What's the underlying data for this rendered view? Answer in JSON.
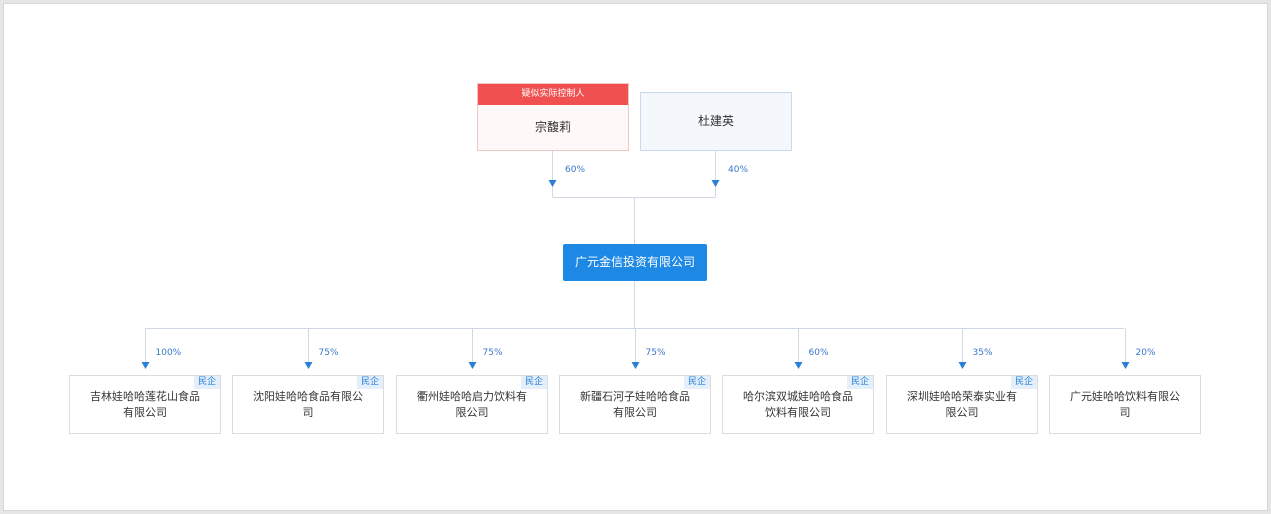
{
  "holders": [
    {
      "name": "宗馥莉",
      "tag": "疑似实际控制人",
      "pct": "60%"
    },
    {
      "name": "杜建英",
      "pct": "40%"
    }
  ],
  "company": {
    "name": "广元金信投资有限公司"
  },
  "subsidiaries": [
    {
      "name": "吉林娃哈哈莲花山食品有限公司",
      "pct": "100%",
      "badge": "民企"
    },
    {
      "name": "沈阳娃哈哈食品有限公司",
      "pct": "75%",
      "badge": "民企"
    },
    {
      "name": "衢州娃哈哈启力饮料有限公司",
      "pct": "75%",
      "badge": "民企"
    },
    {
      "name": "新疆石河子娃哈哈食品有限公司",
      "pct": "75%",
      "badge": "民企"
    },
    {
      "name": "哈尔滨双城娃哈哈食品饮料有限公司",
      "pct": "60%",
      "badge": "民企"
    },
    {
      "name": "深圳娃哈哈荣泰实业有限公司",
      "pct": "35%",
      "badge": "民企"
    },
    {
      "name": "广元娃哈哈饮料有限公司",
      "pct": "20%",
      "badge": ""
    }
  ],
  "colors": {
    "accent": "#1e88e5",
    "tag": "#f05050",
    "line": "#cfd8e3",
    "arrow": "#2a7fd6"
  }
}
